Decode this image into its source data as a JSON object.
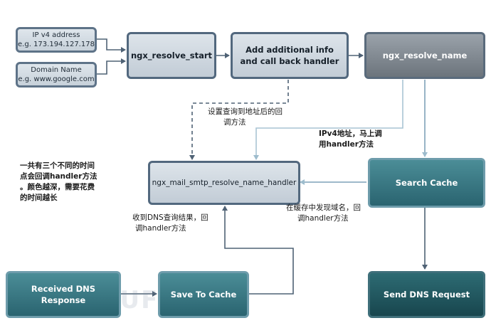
{
  "nodes": {
    "ipv4": {
      "line1": "IP v4 address",
      "line2": "e.g. 173.194.127.178"
    },
    "domain": {
      "line1": "Domain Name",
      "line2": "e.g. www.google.com"
    },
    "start": {
      "label": "ngx_resolve_start"
    },
    "addinfo": {
      "line1": "Add additional info",
      "line2": "and call back handler"
    },
    "resolve_name": {
      "label": "ngx_resolve_name"
    },
    "handler": {
      "label": "ngx_mail_smtp_resolve_name_handler"
    },
    "search_cache": {
      "label": "Search Cache"
    },
    "received": {
      "label": "Received DNS Response"
    },
    "save_cache": {
      "label": "Save To Cache"
    },
    "send_dns": {
      "label": "Send DNS Request"
    }
  },
  "notes": {
    "legend": {
      "line1": "一共有三个不同的时间",
      "line2": "点会回调handler方法",
      "line3": "。颜色越深，需要花费",
      "line4": "的时间越长"
    },
    "set_query": {
      "line1": "设置查询到地址后的回",
      "line2": "调方法"
    },
    "ipv4_call": {
      "line1": "IPv4地址，马上调",
      "line2": "用handler方法"
    },
    "cache_found": {
      "line1": "在缓存中发现域名，回",
      "line2": "调handler方法"
    },
    "dns_result": {
      "line1": "收到DNS查询结果，回",
      "line2": "调handler方法"
    }
  },
  "watermark": "REEBUF",
  "colors": {
    "light_fill": "#c9d2db",
    "light_border": "#52687e",
    "gray_fill": "#7d858d",
    "teal_mid": "#3a7a85",
    "teal_dark": "#1f545c",
    "arrow_dark": "#4f6275",
    "arrow_light": "#a9c4d4"
  }
}
